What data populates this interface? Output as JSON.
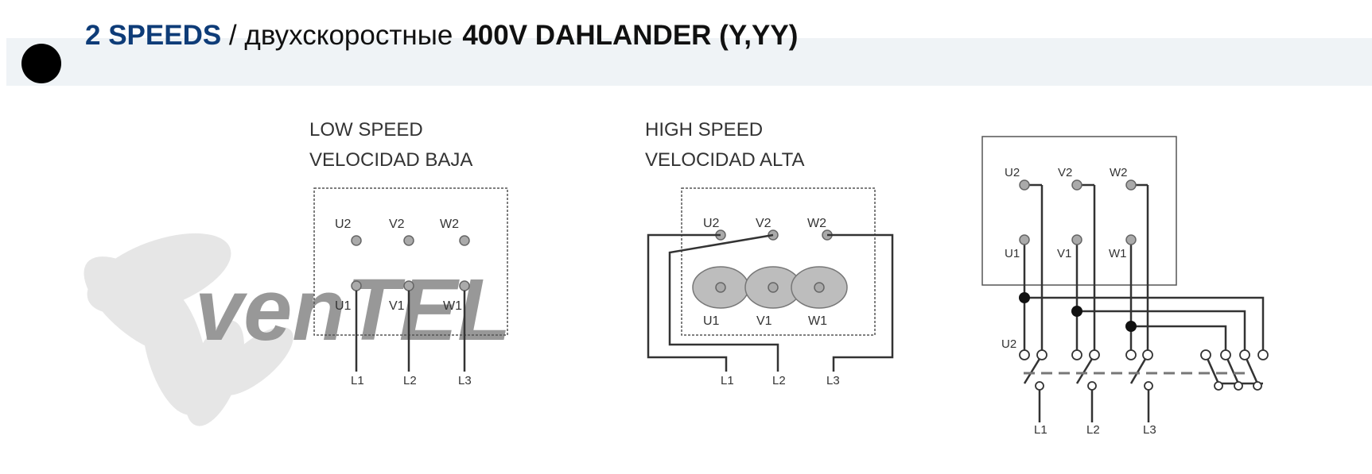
{
  "header": {
    "speeds_label": "2 SPEEDS",
    "separator": " / ",
    "russian_label": "двухскоростные",
    "config_label": "400V DAHLANDER (Y,YY)",
    "accent_color": "#0e3c78"
  },
  "low_speed": {
    "title_line1": "LOW SPEED",
    "title_line2": "VELOCIDAD BAJA",
    "top_terminals": [
      "U2",
      "V2",
      "W2"
    ],
    "bottom_terminals": [
      "U1",
      "V1",
      "W1"
    ],
    "lines": [
      "L1",
      "L2",
      "L3"
    ]
  },
  "high_speed": {
    "title_line1": "HIGH SPEED",
    "title_line2": "VELOCIDAD ALTA",
    "top_terminals": [
      "U2",
      "V2",
      "W2"
    ],
    "bottom_terminals": [
      "U1",
      "V1",
      "W1"
    ],
    "lines": [
      "L1",
      "L2",
      "L3"
    ]
  },
  "switch_diagram": {
    "top_terminals": [
      "U2",
      "V2",
      "W2"
    ],
    "mid_terminals": [
      "U1",
      "V1",
      "W1"
    ],
    "switch_label": "U2",
    "lines": [
      "L1",
      "L2",
      "L3"
    ]
  },
  "watermark": {
    "text": "venTEL"
  }
}
